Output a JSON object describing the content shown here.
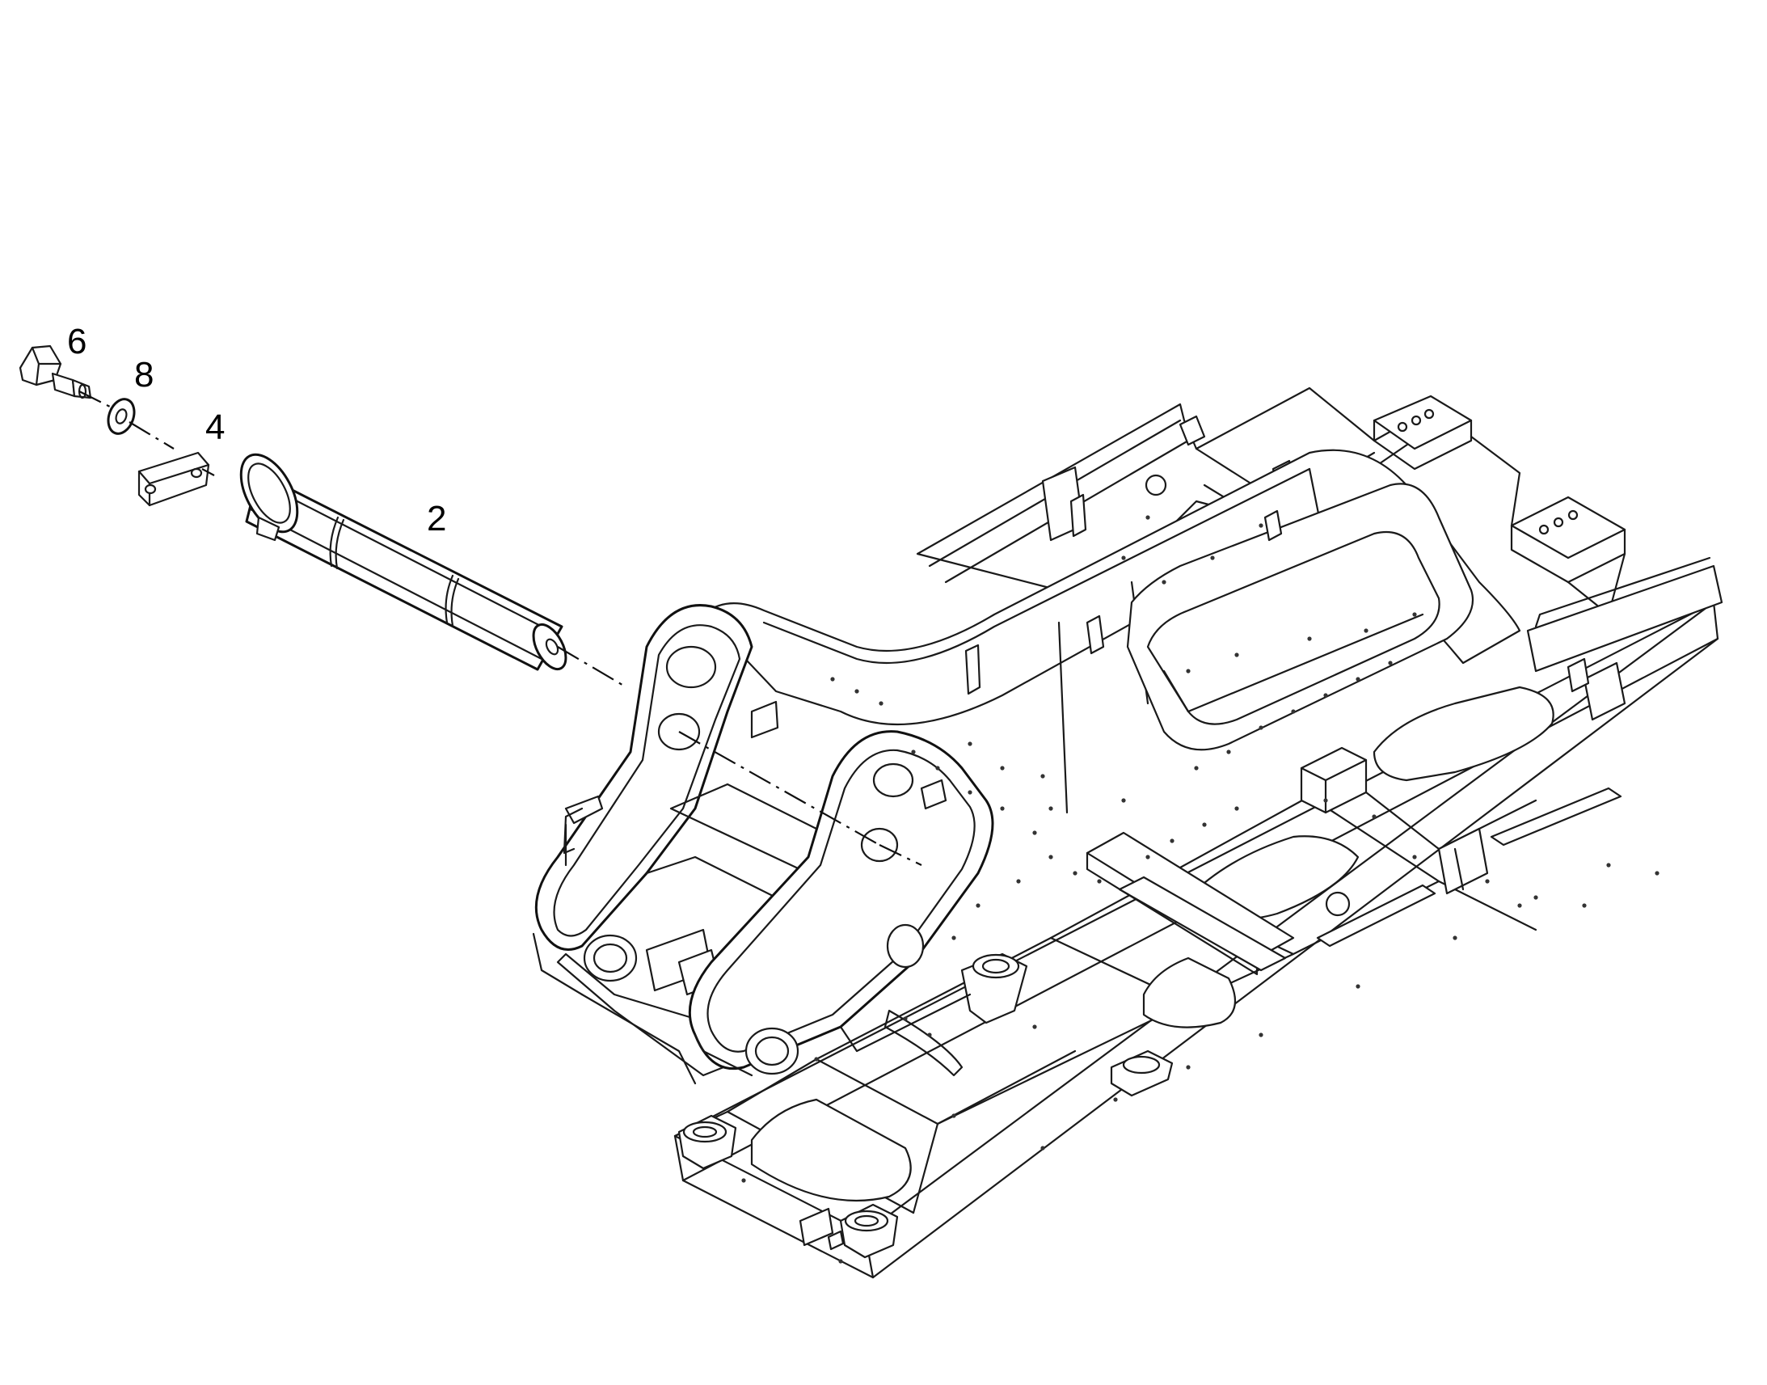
{
  "callouts": [
    {
      "id": "6",
      "label": "6"
    },
    {
      "id": "8",
      "label": "8"
    },
    {
      "id": "4",
      "label": "4"
    },
    {
      "id": "2",
      "label": "2"
    }
  ],
  "colors": {
    "line": "#1a1a1a",
    "background": "#ffffff"
  }
}
